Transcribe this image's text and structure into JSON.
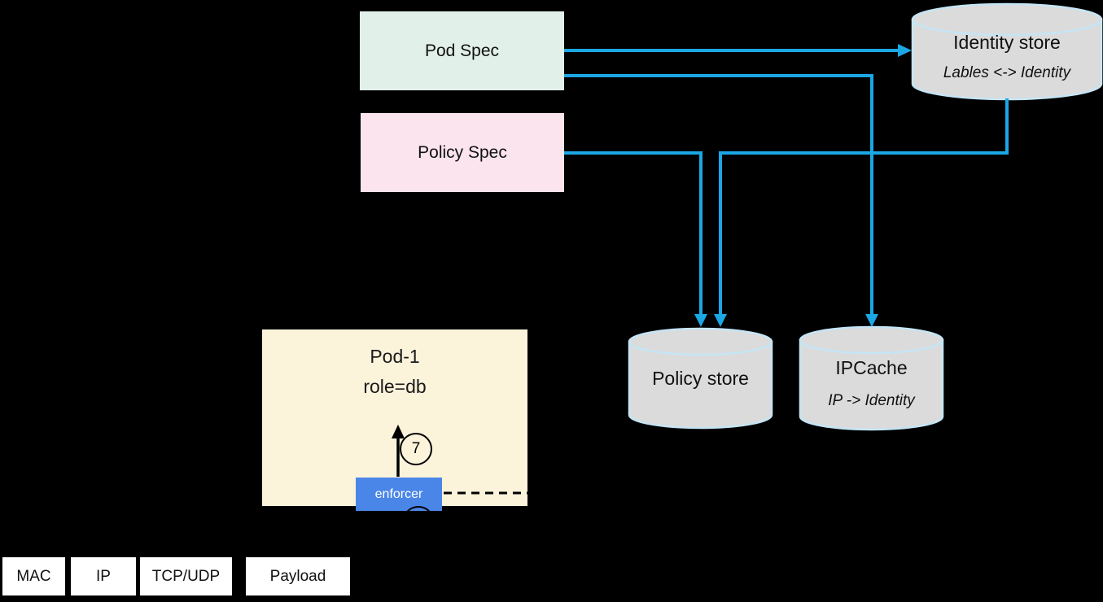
{
  "nodes": {
    "pod_spec": {
      "label": "Pod Spec",
      "fill": "#E1F0E8"
    },
    "policy_spec": {
      "label": "Policy Spec",
      "fill": "#FBE4ED"
    },
    "identity_store": {
      "title": "Identity store",
      "subtitle": "Lables <-> Identity",
      "fill": "#DBDBDB",
      "outline": "#C5E5F5"
    },
    "policy_store": {
      "title": "Policy store",
      "fill": "#DBDBDB",
      "outline": "#C5E5F5"
    },
    "ipcache": {
      "title": "IPCache",
      "subtitle": "IP -> Identity",
      "fill": "#DBDBDB",
      "outline": "#C5E5F5"
    },
    "pod1": {
      "title": "Pod-1",
      "subtitle": "role=db",
      "fill": "#FCF3DB"
    },
    "enforcer": {
      "label": "enforcer",
      "fill": "#4A86E8",
      "text_color": "#FFFFFF"
    },
    "step_marker": {
      "label": "7"
    }
  },
  "packet": {
    "segments": [
      "MAC",
      "IP",
      "TCP/UDP",
      "Payload"
    ]
  },
  "colors": {
    "background": "#000000",
    "arrow": "#1BA7E4",
    "text": "#111111"
  }
}
